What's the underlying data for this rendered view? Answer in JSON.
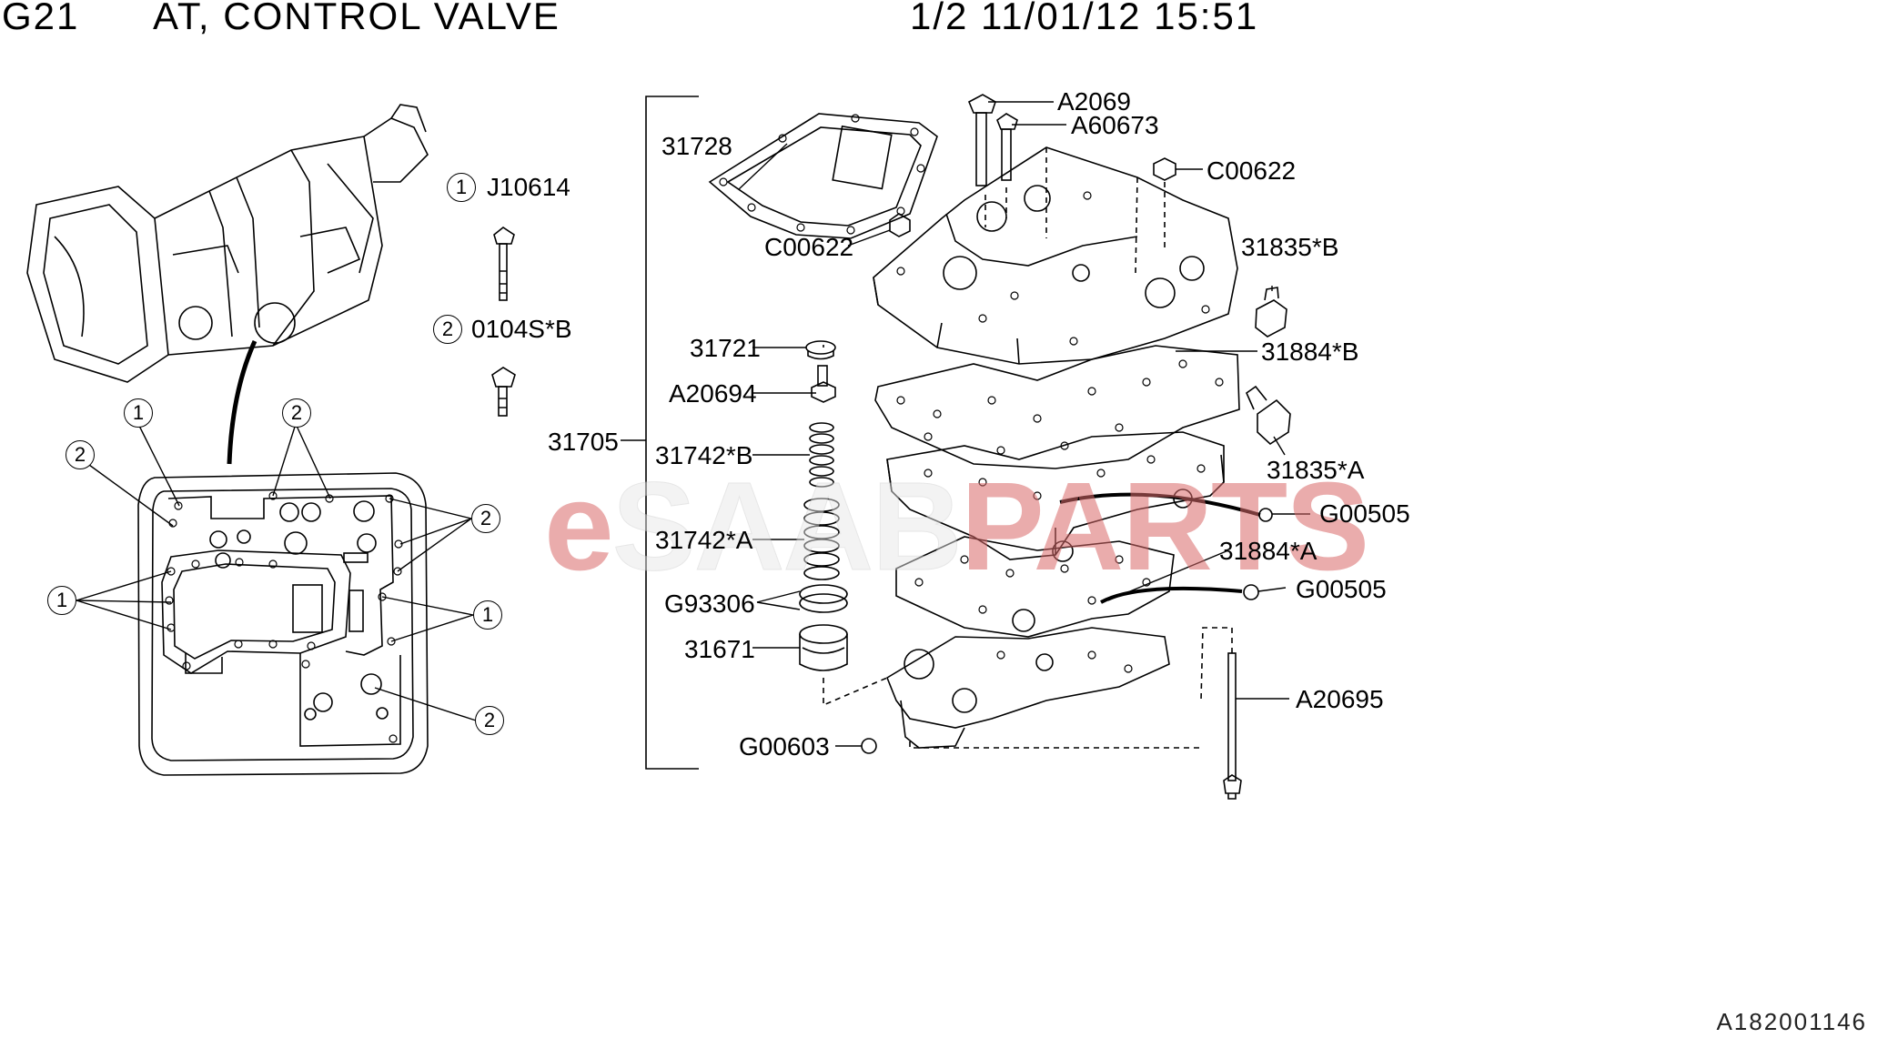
{
  "header": {
    "code": "G21",
    "title": "AT, CONTROL VALVE",
    "stamp": "1/2 11/01/12 15:51"
  },
  "legend": [
    {
      "num": "1",
      "part": "J10614"
    },
    {
      "num": "2",
      "part": "0104S*B"
    }
  ],
  "callouts": {
    "group": "31705",
    "gasket": "31728",
    "bolt_long": "A2069",
    "bolt_short": "A60673",
    "nut_upper": "C00622",
    "nut_left": "C00622",
    "solenoid_b": "31835*B",
    "plate_b": "31884*B",
    "solenoid_a": "31835*A",
    "ball_upper": "G00505",
    "plate_a": "31884*A",
    "ball_lower": "G00505",
    "cap": "31721",
    "bolt_center": "A20694",
    "spring_b": "31742*B",
    "spring_a": "31742*A",
    "seal_ring": "G93306",
    "piston": "31671",
    "bolt_lower": "A20695",
    "ball_bottom": "G00603"
  },
  "markers": [
    "1",
    "2",
    "2",
    "2",
    "1",
    "1",
    "2"
  ],
  "watermark": {
    "left": "e",
    "mid": "SAAB",
    "right": "PARTS"
  },
  "reference": "A182001146",
  "colors": {
    "watermark_red": "#d96a6a",
    "line": "#000000"
  }
}
